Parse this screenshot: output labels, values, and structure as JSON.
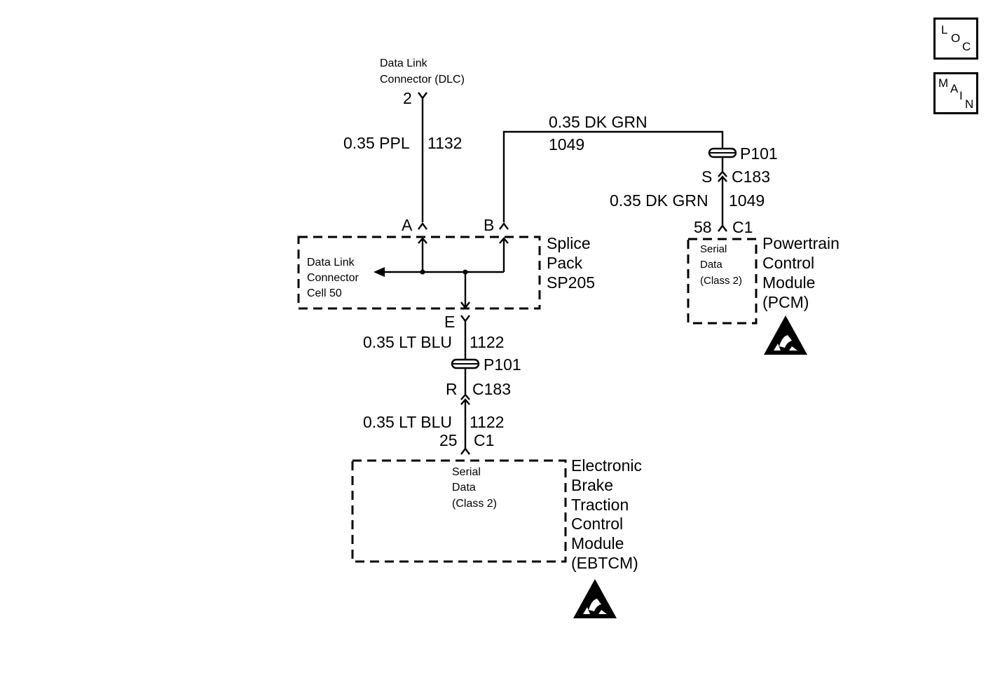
{
  "nav": {
    "loc": {
      "l1": "L",
      "l2": "O",
      "l3": "C"
    },
    "main": {
      "l1": "M",
      "l2": "A",
      "l3": "I",
      "l4": "N"
    }
  },
  "dlc": {
    "name_line1": "Data Link",
    "name_line2": "Connector (DLC)",
    "pin": "2",
    "wire_size_color": "0.35 PPL",
    "circuit": "1132"
  },
  "top_wire": {
    "size_color": "0.35 DK GRN",
    "circuit": "1049"
  },
  "splice": {
    "pin_a": "A",
    "pin_b": "B",
    "pin_e": "E",
    "cell_line1": "Data Link",
    "cell_line2": "Connector",
    "cell_line3": "Cell 50",
    "name_line1": "Splice",
    "name_line2": "Pack",
    "name_line3": "SP205"
  },
  "pcm_branch": {
    "p101": "P101",
    "pin_s": "S",
    "c183": "C183",
    "wire_size_color": "0.35 DK GRN",
    "circuit": "1049",
    "pin": "58",
    "conn": "C1"
  },
  "pcm": {
    "serial1": "Serial",
    "serial2": "Data",
    "serial3": "(Class 2)",
    "name1": "Powertrain",
    "name2": "Control",
    "name3": "Module",
    "name4": "(PCM)"
  },
  "ebtcm_branch": {
    "wire1_size_color": "0.35 LT BLU",
    "circuit1": "1122",
    "p101": "P101",
    "pin_r": "R",
    "c183": "C183",
    "wire2_size_color": "0.35 LT BLU",
    "circuit2": "1122",
    "pin": "25",
    "conn": "C1"
  },
  "ebtcm": {
    "serial1": "Serial",
    "serial2": "Data",
    "serial3": "(Class 2)",
    "name1": "Electronic",
    "name2": "Brake",
    "name3": "Traction",
    "name4": "Control",
    "name5": "Module",
    "name6": "(EBTCM)"
  },
  "icons": [
    "esd-warning-icon",
    "esd-warning-icon"
  ]
}
